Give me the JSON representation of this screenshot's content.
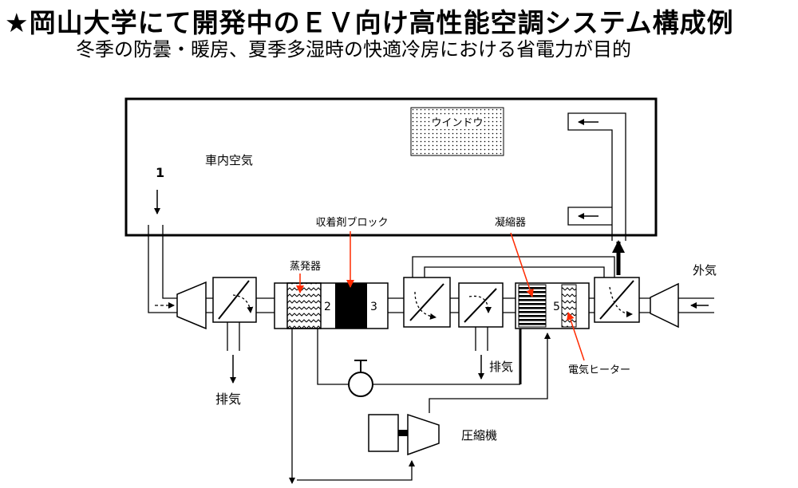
{
  "header": {
    "title": "★岡山大学にて開発中のＥＶ向け高性能空調システム構成例",
    "subtitle": "冬季の防曇・暖房、夏季多湿時の快適冷房における省電力が目的"
  },
  "diagram": {
    "cabin_air": "車内空気",
    "window": "ウインドウ",
    "inlet_number": "1",
    "adsorbent_block": "収着剤ブロック",
    "condenser": "凝縮器",
    "evaporator": "蒸発器",
    "number_2": "2",
    "number_3": "3",
    "number_5": "5",
    "outside_air": "外気",
    "exhaust_left": "排気",
    "exhaust_middle": "排気",
    "electric_heater": "電気ヒーター",
    "compressor": "圧縮機"
  },
  "colors": {
    "annotation_arrow": "#ff2a00",
    "line": "#000000"
  }
}
